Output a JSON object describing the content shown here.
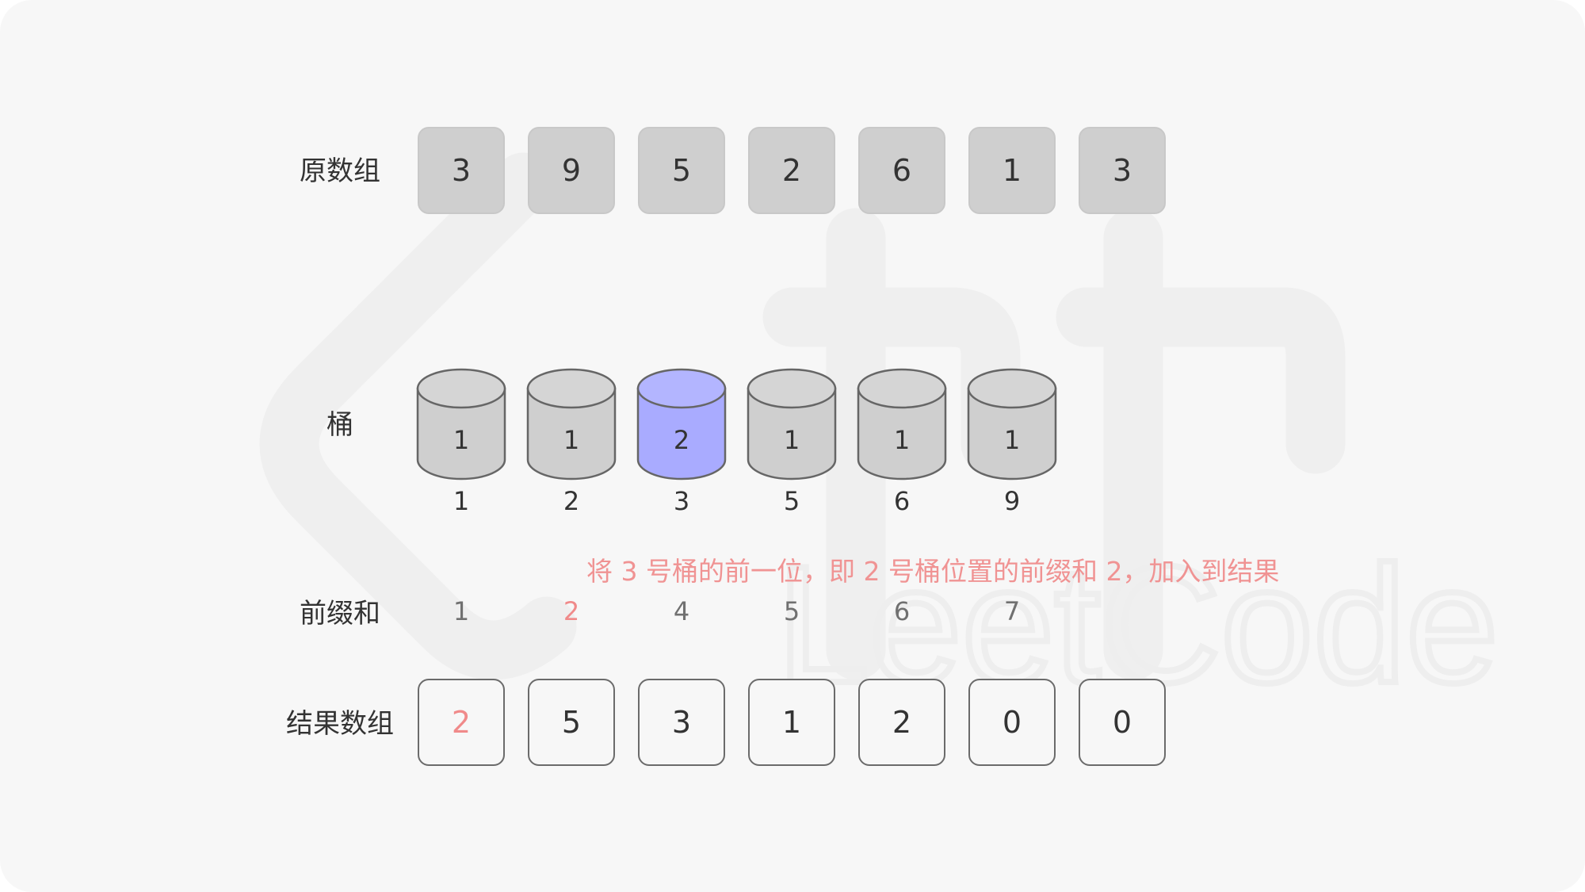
{
  "labels": {
    "original": "原数组",
    "buckets": "桶",
    "prefix": "前缀和",
    "result": "结果数组"
  },
  "original_array": [
    {
      "value": "3",
      "highlight": true
    },
    {
      "value": "9",
      "highlight": false
    },
    {
      "value": "5",
      "highlight": false
    },
    {
      "value": "2",
      "highlight": false
    },
    {
      "value": "6",
      "highlight": false
    },
    {
      "value": "1",
      "highlight": false
    },
    {
      "value": "3",
      "highlight": false
    }
  ],
  "buckets": [
    {
      "count": "1",
      "index": "1",
      "highlight": false
    },
    {
      "count": "1",
      "index": "2",
      "highlight": false
    },
    {
      "count": "2",
      "index": "3",
      "highlight": true
    },
    {
      "count": "1",
      "index": "5",
      "highlight": false
    },
    {
      "count": "1",
      "index": "6",
      "highlight": false
    },
    {
      "count": "1",
      "index": "9",
      "highlight": false
    }
  ],
  "explanation": "将 3 号桶的前一位，即 2 号桶位置的前缀和 2，加入到结果",
  "prefix_sums": [
    {
      "value": "1",
      "highlight": false
    },
    {
      "value": "2",
      "highlight": true
    },
    {
      "value": "4",
      "highlight": false
    },
    {
      "value": "5",
      "highlight": false
    },
    {
      "value": "6",
      "highlight": false
    },
    {
      "value": "7",
      "highlight": false
    }
  ],
  "result_array": [
    {
      "value": "2",
      "highlight": true
    },
    {
      "value": "5",
      "highlight": false
    },
    {
      "value": "3",
      "highlight": false
    },
    {
      "value": "1",
      "highlight": false
    },
    {
      "value": "2",
      "highlight": false
    },
    {
      "value": "0",
      "highlight": false
    },
    {
      "value": "0",
      "highlight": false
    }
  ],
  "watermark_text": "LeetCode",
  "colors": {
    "highlight_fill": "#a9abff",
    "cell_gray": "#cfcfcf",
    "accent_red": "#f08a8a",
    "background": "#f7f7f7"
  }
}
